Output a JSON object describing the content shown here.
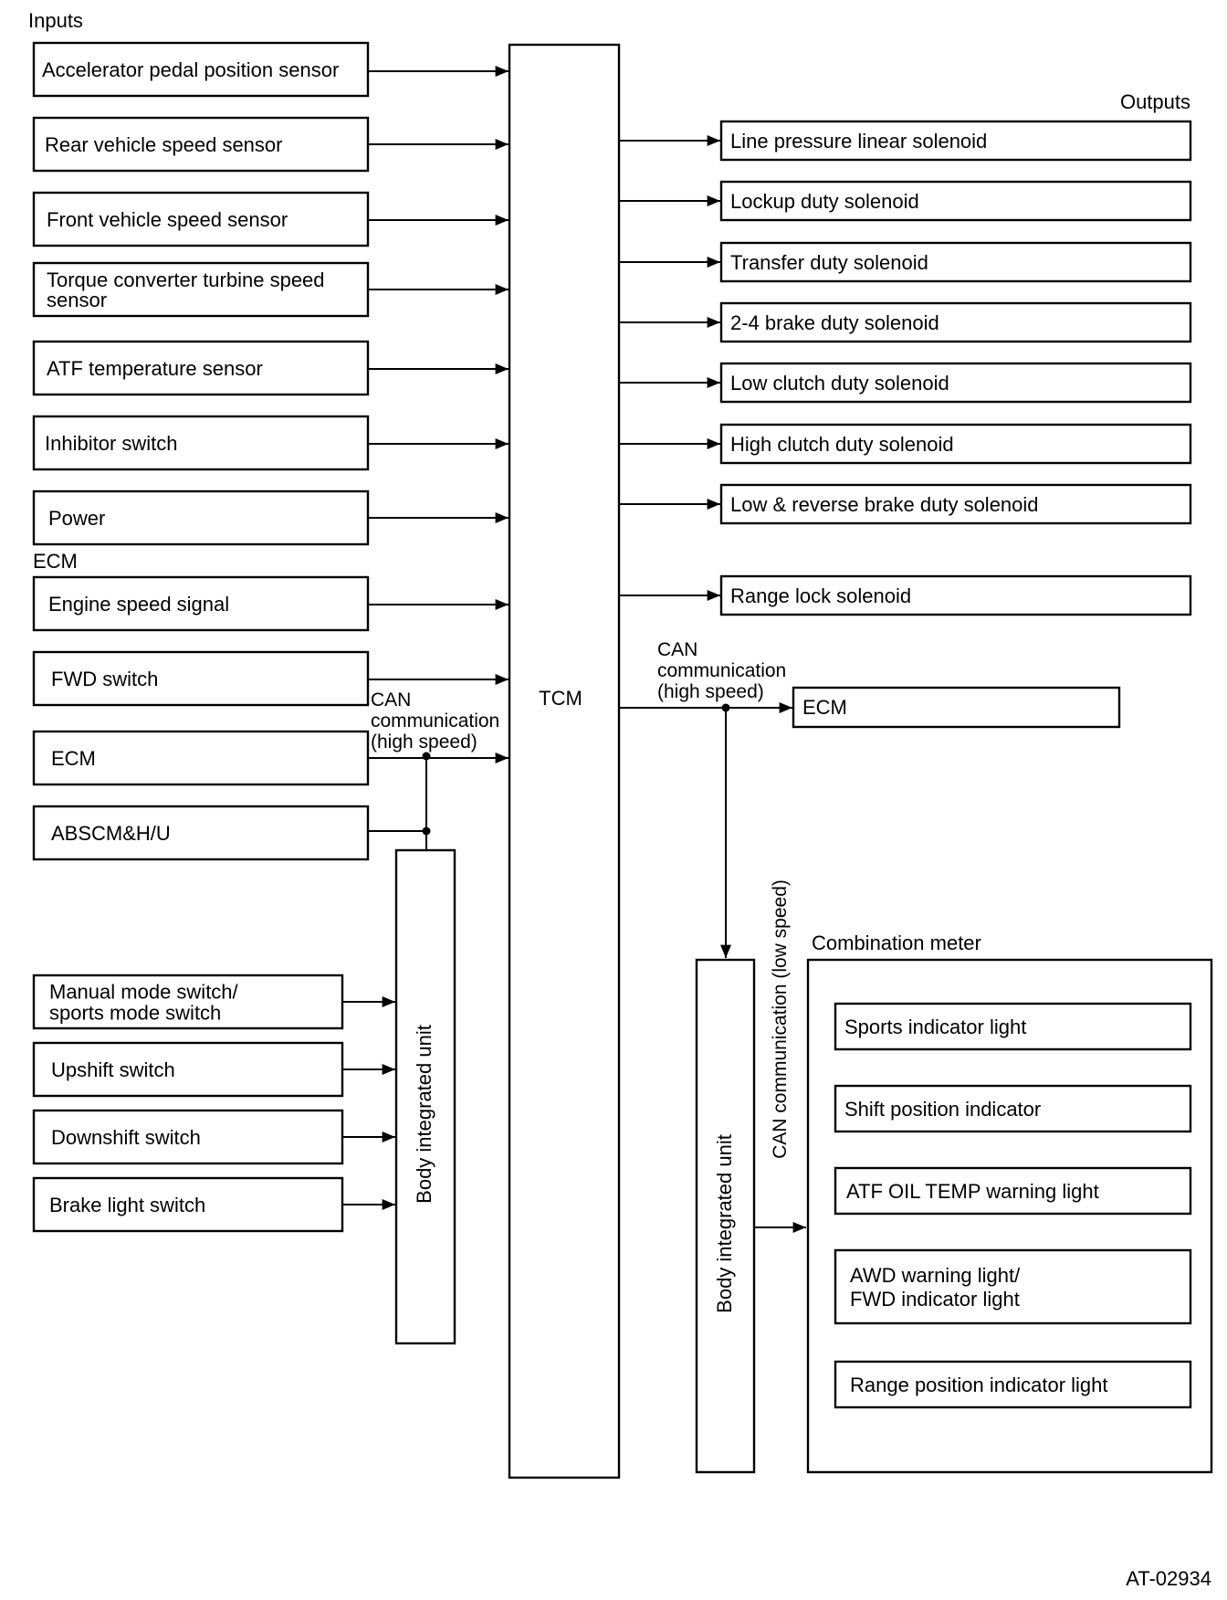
{
  "headings": {
    "inputs": "Inputs",
    "outputs": "Outputs",
    "ecm_group": "ECM",
    "combination_meter": "Combination meter",
    "figure_id": "AT-02934"
  },
  "tcm": {
    "label": "TCM"
  },
  "inputs": [
    {
      "id": "accelerator-pedal-position-sensor",
      "lines": [
        "Accelerator pedal position sensor"
      ]
    },
    {
      "id": "rear-vehicle-speed-sensor",
      "lines": [
        "Rear vehicle speed sensor"
      ]
    },
    {
      "id": "front-vehicle-speed-sensor",
      "lines": [
        "Front vehicle speed sensor"
      ]
    },
    {
      "id": "torque-converter-turbine-speed-sensor",
      "lines": [
        "Torque converter turbine speed",
        "sensor"
      ]
    },
    {
      "id": "atf-temperature-sensor",
      "lines": [
        "ATF temperature sensor"
      ]
    },
    {
      "id": "inhibitor-switch",
      "lines": [
        "Inhibitor switch"
      ]
    },
    {
      "id": "power",
      "lines": [
        "Power"
      ]
    },
    {
      "id": "engine-speed-signal",
      "lines": [
        "Engine speed signal"
      ]
    },
    {
      "id": "fwd-switch",
      "lines": [
        "FWD switch"
      ]
    },
    {
      "id": "ecm-input",
      "lines": [
        "ECM"
      ]
    },
    {
      "id": "abscm-hu",
      "lines": [
        "ABSCM&H/U"
      ]
    }
  ],
  "body_unit_inputs": [
    {
      "id": "manual-mode-switch",
      "lines": [
        "Manual mode switch/",
        "sports mode switch"
      ]
    },
    {
      "id": "upshift-switch",
      "lines": [
        "Upshift switch"
      ]
    },
    {
      "id": "downshift-switch",
      "lines": [
        "Downshift switch"
      ]
    },
    {
      "id": "brake-light-switch",
      "lines": [
        "Brake light switch"
      ]
    }
  ],
  "outputs": [
    {
      "id": "line-pressure-linear-solenoid",
      "label": "Line pressure linear solenoid"
    },
    {
      "id": "lockup-duty-solenoid",
      "label": "Lockup duty solenoid"
    },
    {
      "id": "transfer-duty-solenoid",
      "label": "Transfer duty solenoid"
    },
    {
      "id": "brake-2-4-duty-solenoid",
      "label": "2-4 brake duty solenoid"
    },
    {
      "id": "low-clutch-duty-solenoid",
      "label": "Low clutch duty solenoid"
    },
    {
      "id": "high-clutch-duty-solenoid",
      "label": "High clutch duty solenoid"
    },
    {
      "id": "low-reverse-brake-duty-solenoid",
      "label": "Low & reverse brake duty solenoid"
    },
    {
      "id": "range-lock-solenoid",
      "label": "Range lock solenoid"
    }
  ],
  "ecm_output": {
    "label": "ECM"
  },
  "can_high_left": [
    "CAN",
    "communication",
    "(high speed)"
  ],
  "can_high_right": [
    "CAN",
    "communication",
    "(high speed)"
  ],
  "can_low": "CAN communication (low speed)",
  "body_integrated_unit_left": "Body integrated unit",
  "body_integrated_unit_right": "Body integrated unit",
  "meter_items": [
    {
      "id": "sports-indicator-light",
      "lines": [
        "Sports indicator light"
      ]
    },
    {
      "id": "shift-position-indicator",
      "lines": [
        "Shift position indicator"
      ]
    },
    {
      "id": "atf-oil-temp-warning-light",
      "lines": [
        "ATF OIL TEMP warning light"
      ]
    },
    {
      "id": "awd-warning-light",
      "lines": [
        "AWD warning light/",
        "FWD indicator light"
      ]
    },
    {
      "id": "range-position-indicator-light",
      "lines": [
        "Range position indicator light"
      ]
    }
  ]
}
